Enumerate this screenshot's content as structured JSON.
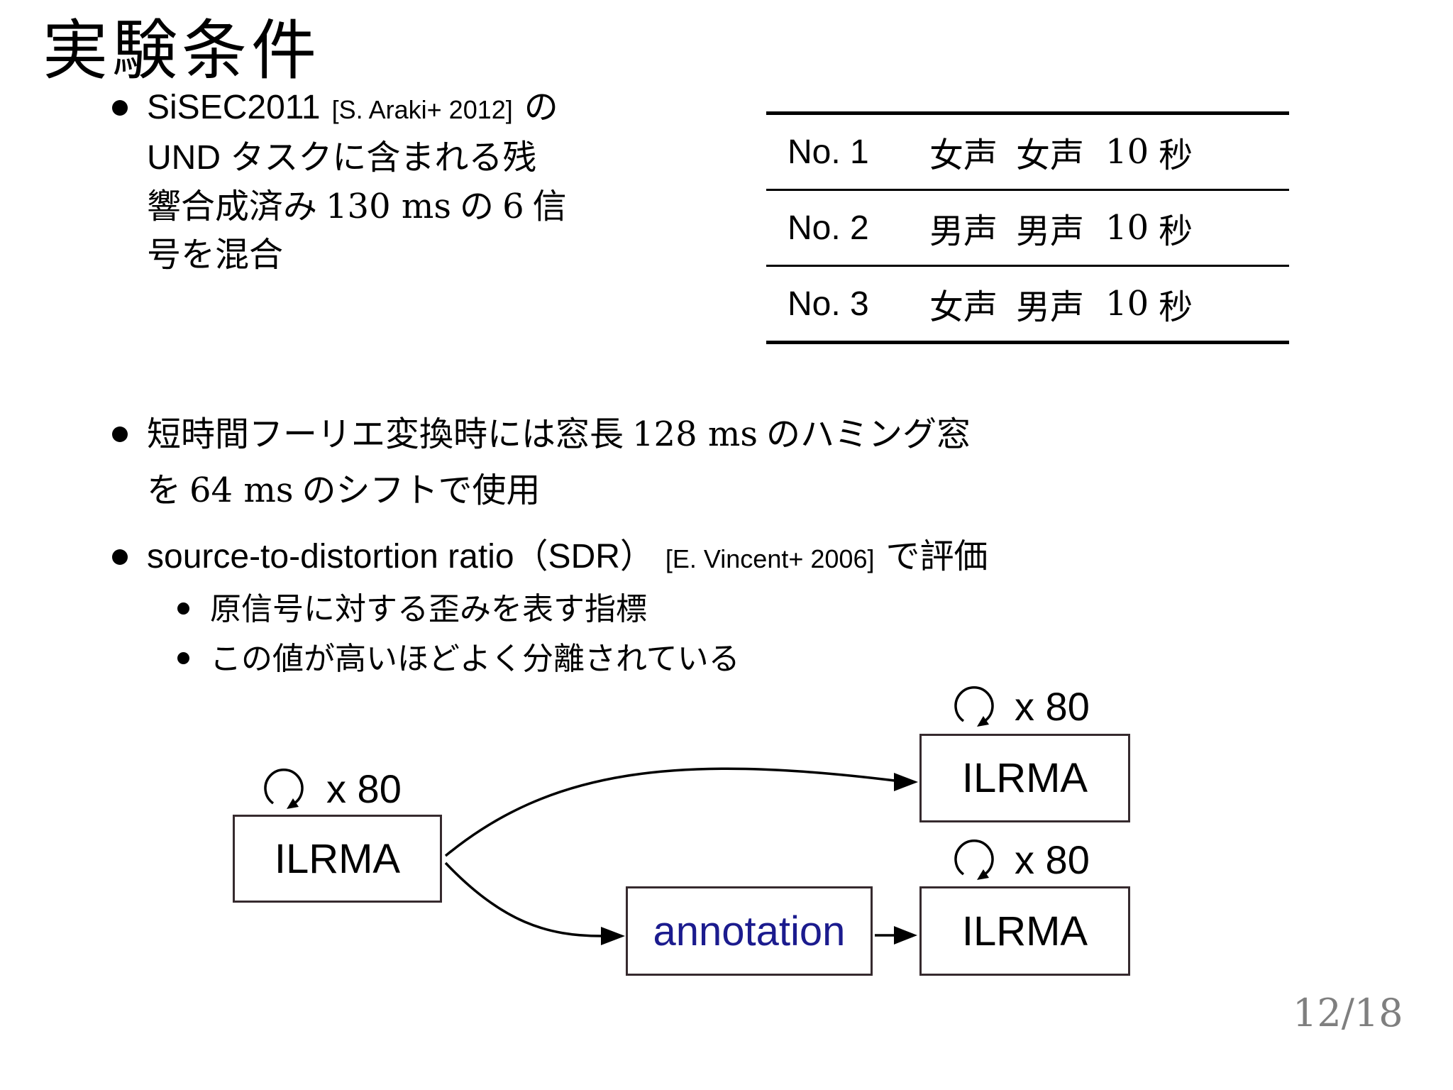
{
  "slide": {
    "title": "実験条件",
    "page_number": "12/18"
  },
  "bullets": {
    "b1": {
      "l1_main": "SiSEC2011",
      "l1_cite": "[S. Araki+ 2012]",
      "l1_tail": "の",
      "l2": "UND タスクに含まれる残",
      "l3_pre": "響合成済み",
      "l3_num1": "130 ms",
      "l3_mid": "の",
      "l3_num2": "6",
      "l3_tail": "信",
      "l4": "号を混合"
    },
    "b2": {
      "l1_pre": "短時間フーリエ変換時には窓長",
      "l1_num": "128 ms",
      "l1_tail": "のハミング窓",
      "l2_pre": "を",
      "l2_num": "64 ms",
      "l2_tail": "のシフトで使用"
    },
    "b3": {
      "l1_main": "source-to-distortion ratio（SDR）",
      "l1_cite": "[E. Vincent+ 2006]",
      "l1_tail": "で評価",
      "sub1": "原信号に対する歪みを表す指標",
      "sub2": "この値が高いほどよく分離されている"
    }
  },
  "table": {
    "rows": [
      {
        "no": "No. 1",
        "voice1": "女声",
        "voice2": "女声",
        "dur_num": "10",
        "dur_unit": "秒"
      },
      {
        "no": "No. 2",
        "voice1": "男声",
        "voice2": "男声",
        "dur_num": "10",
        "dur_unit": "秒"
      },
      {
        "no": "No. 3",
        "voice1": "女声",
        "voice2": "男声",
        "dur_num": "10",
        "dur_unit": "秒"
      }
    ]
  },
  "diagram": {
    "loop_label_1": "x 80",
    "loop_label_2": "x 80",
    "loop_label_3": "x 80",
    "box1_label": "ILRMA",
    "box2_label": "ILRMA",
    "box3_label": "ILRMA",
    "annotation_label": "annotation"
  },
  "colors": {
    "annotation_text": "#1b1b8e",
    "box_border": "#362a2e",
    "page_number": "#7f7f7f"
  }
}
